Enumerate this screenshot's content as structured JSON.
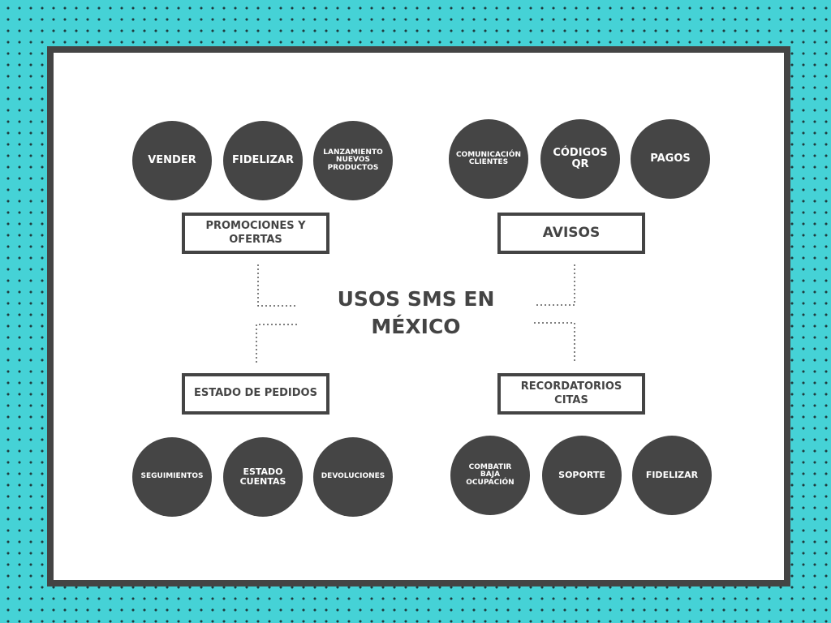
{
  "title": {
    "line1": "USOS SMS EN",
    "line2": "MÉXICO"
  },
  "groups": {
    "top_left": {
      "box": "PROMOCIONES Y\nOFERTAS",
      "circles": [
        "VENDER",
        "FIDELIZAR",
        "LANZAMIENTO\nNUEVOS\nPRODUCTOS"
      ]
    },
    "top_right": {
      "box": "AVISOS",
      "circles": [
        "COMUNICACIÓN\nCLIENTES",
        "CÓDIGOS\nQR",
        "PAGOS"
      ]
    },
    "bottom_left": {
      "box": "ESTADO DE PEDIDOS",
      "circles": [
        "SEGUIMIENTOS",
        "ESTADO\nCUENTAS",
        "DEVOLUCIONES"
      ]
    },
    "bottom_right": {
      "box": "RECORDATORIOS\nCITAS",
      "circles": [
        "COMBATIR\nBAJA\nOCUPACIÓN",
        "SOPORTE",
        "FIDELIZAR"
      ]
    }
  },
  "colors": {
    "background": "#45d2d6",
    "dots": "#1f3a3d",
    "dark": "#454545",
    "card": "#ffffff"
  }
}
